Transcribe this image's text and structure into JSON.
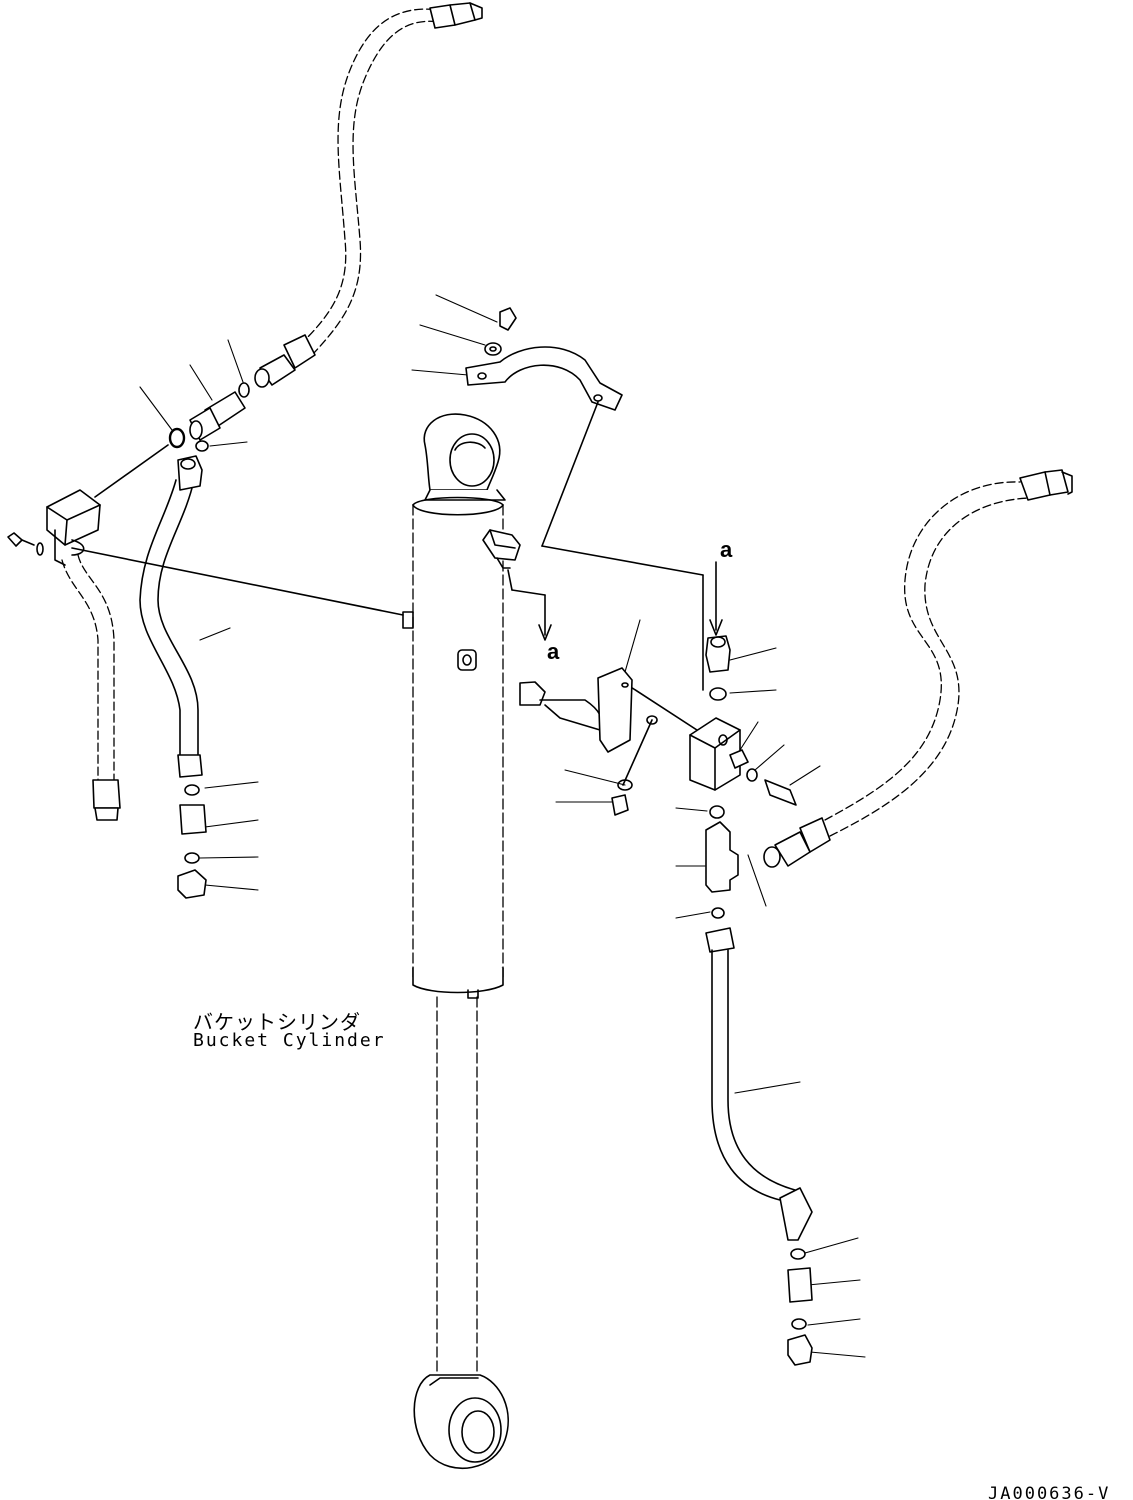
{
  "part_name": {
    "japanese": "バケットシリンダ",
    "english": "Bucket Cylinder"
  },
  "view_marker": "a",
  "drawing_number": "JA000636-V",
  "colors": {
    "line": "#000000",
    "background": "#ffffff"
  }
}
